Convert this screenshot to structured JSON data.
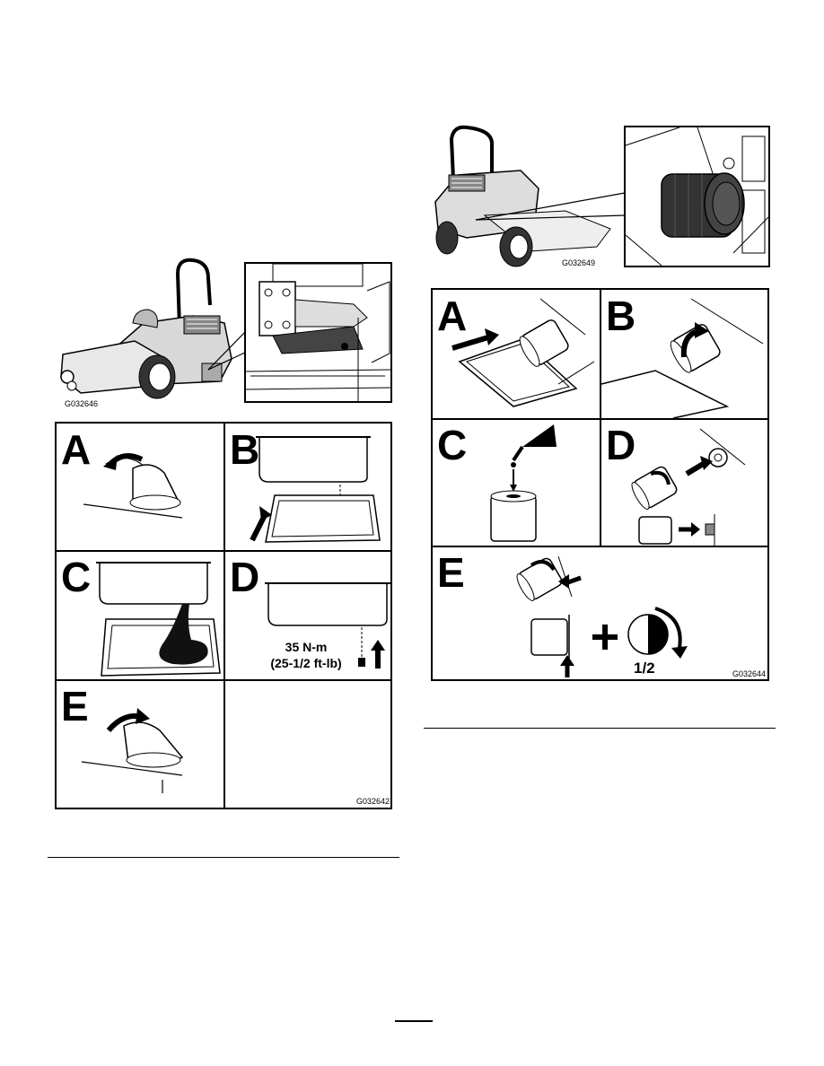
{
  "figures": {
    "mower_overview": {
      "id": "G032646"
    },
    "drain_steps": {
      "id": "G032642",
      "steps": [
        "A",
        "B",
        "C",
        "D",
        "E"
      ],
      "torque_line1": "35 N-m",
      "torque_line2": "(25-1/2 ft-lb)"
    },
    "filter_overview": {
      "id": "G032649"
    },
    "filter_steps": {
      "id": "G032644",
      "steps": [
        "A",
        "B",
        "C",
        "D",
        "E"
      ],
      "turn_fraction": "1/2"
    }
  }
}
